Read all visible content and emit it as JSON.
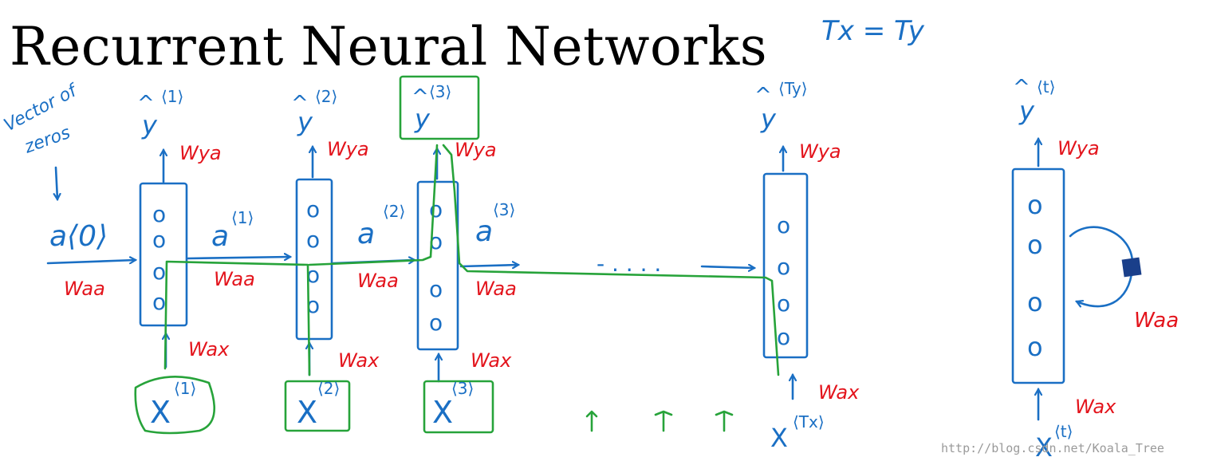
{
  "title": "Recurrent Neural Networks",
  "note_top_right": "Tx = Ty",
  "note_zeros": [
    "Vector of",
    "zeros"
  ],
  "initial_activation": "a⟨0⟩",
  "ellipsis": "- . . . .",
  "weights": {
    "ya": "Wya",
    "aa": "Waa",
    "ax": "Wax"
  },
  "timesteps": [
    {
      "output_hat": "^",
      "output": "y",
      "output_sup": "⟨1⟩",
      "input": "X",
      "input_sup": "⟨1⟩",
      "activation": "a",
      "activation_sup": "⟨1⟩"
    },
    {
      "output_hat": "^",
      "output": "y",
      "output_sup": "⟨2⟩",
      "input": "X",
      "input_sup": "⟨2⟩",
      "activation": "a",
      "activation_sup": "⟨2⟩"
    },
    {
      "output_hat": "^",
      "output": "y",
      "output_sup": "⟨3⟩",
      "input": "X",
      "input_sup": "⟨3⟩",
      "activation": "a",
      "activation_sup": "⟨3⟩"
    },
    {
      "output_hat": "^",
      "output": "y",
      "output_sup": "⟨Ty⟩",
      "input": "X",
      "input_sup": "⟨Tx⟩"
    }
  ],
  "compact_cell": {
    "output_hat": "^",
    "output": "y",
    "output_sup": "⟨t⟩",
    "input": "X",
    "input_sup": "⟨t⟩"
  },
  "hidden_unit_symbol": "o",
  "watermark": "http://blog.csdn.net/Koala_Tree"
}
